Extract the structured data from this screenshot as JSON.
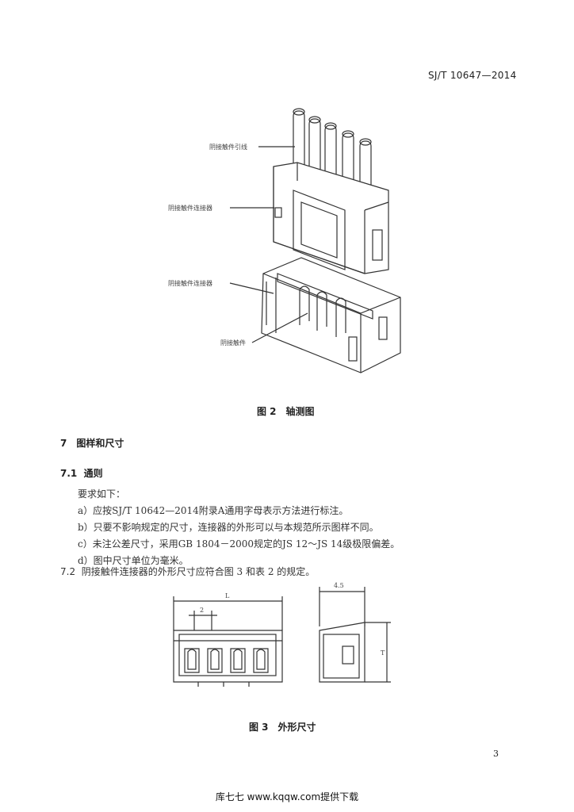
{
  "header": {
    "standard_no": "SJ/T 10647—2014"
  },
  "figure2": {
    "labels": {
      "lead": "阴接触件引线",
      "female_connector": "阴接触件连接器",
      "male_connector": "阴接触件连接器",
      "contact": "阴接触件"
    },
    "caption": "图 2　轴测图"
  },
  "section7": {
    "heading": "7　图样和尺寸",
    "sub1": {
      "number": "7.1",
      "title": "通则"
    },
    "intro": "要求如下：",
    "items": [
      "a）应按SJ/T 10642—2014附录A通用字母表示方法进行标注。",
      "b）只要不影响规定的尺寸，连接器的外形可以与本规范所示图样不同。",
      "c）未注公差尺寸，采用GB 1804－2000规定的JS 12～JS 14级极限偏差。",
      "d）图中尺寸单位为毫米。"
    ],
    "sub2": {
      "number": "7.2",
      "text": "阴接触件连接器的外形尺寸应符合图 3 和表 2 的规定。"
    }
  },
  "figure3": {
    "dims": {
      "length": "L",
      "pitch": "2",
      "depth": "4.5",
      "height": "T"
    },
    "caption": "图 3　外形尺寸"
  },
  "page_number": "3",
  "footer": "库七七 www.kqqw.com提供下载"
}
